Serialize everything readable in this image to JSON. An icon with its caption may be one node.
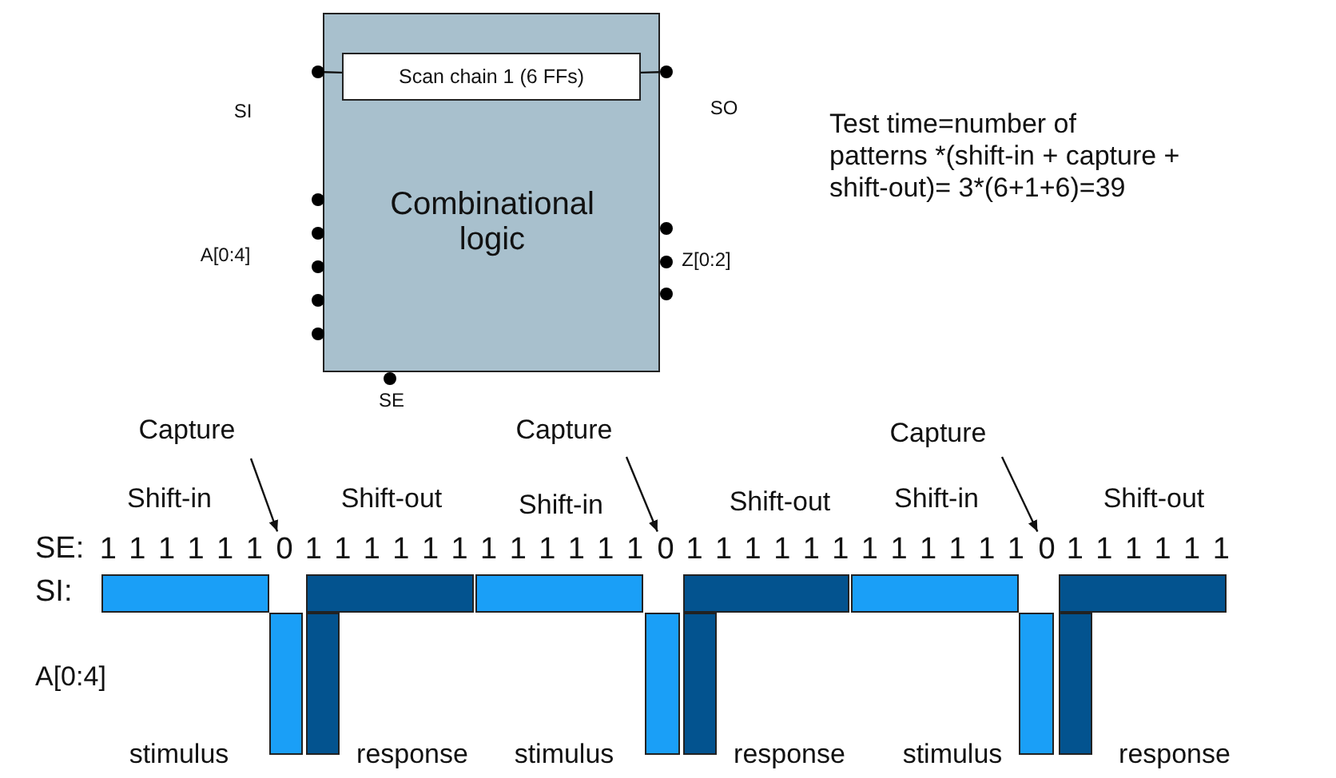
{
  "diagram": {
    "nodes": [
      {
        "text": [
          "Combinational logic"
        ]
      },
      {
        "text": [
          "Scan chain 1 (6 FFs)"
        ],
        "in": 0
      },
      {
        "text": [],
        "shape": "circle"
      },
      {
        "text": [],
        "shape": "circle"
      },
      {
        "text": [
          "Capture"
        ]
      },
      {
        "text": [
          "Capture"
        ]
      },
      {
        "text": [
          "Capture"
        ]
      },
      {
        "text": [
          "0"
        ]
      },
      {
        "text": [
          "0"
        ]
      },
      {
        "text": [
          "0"
        ]
      }
    ],
    "edges": [
      {
        "from": 2,
        "to": 1,
        "arrow": "none"
      },
      {
        "from": 1,
        "to": 3,
        "arrow": "none"
      },
      {
        "from": 4,
        "to": 7,
        "arrow": "to"
      },
      {
        "from": 5,
        "to": 8,
        "arrow": "to"
      },
      {
        "from": 6,
        "to": 9,
        "arrow": "to"
      }
    ],
    "labels": [
      "SI",
      "SO",
      "Test time=number of patterns *(shift-in + capture + shift-out)= 3*(6+1+6)=39",
      "A[0:4]",
      "Z[0:2]",
      "SE",
      "Shift-in",
      "Shift-out",
      "Shift-in",
      "Shift-out",
      "Shift-in",
      "Shift-out",
      "SE:",
      "1 1 1 1 1 1",
      "1 1 1 1 1 1 1 1 1 1 1 1",
      "1 1 1 1 1 1 1 1 1 1 1 1",
      "1 1 1 1 1 1",
      "SI:",
      "A[0:4]",
      "stimulus",
      "response",
      "stimulus",
      "response",
      "stimulus",
      "response"
    ]
  }
}
